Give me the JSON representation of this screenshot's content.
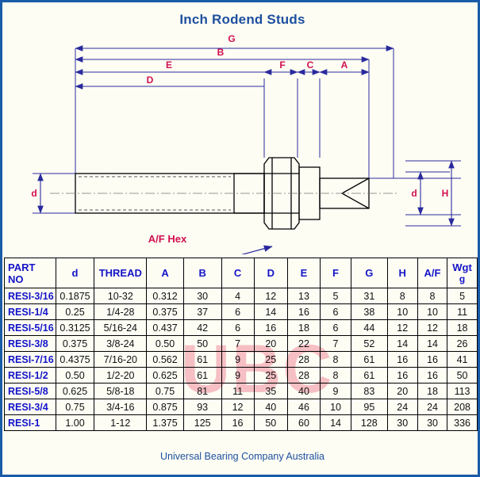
{
  "page": {
    "title": "Inch Rodend Studs",
    "footer": "Universal Bearing Company Australia",
    "watermark": "UBC",
    "border_color": "#1a5ca8",
    "background_color": "#fdfdf4",
    "title_color": "#1d4f9e"
  },
  "diagram": {
    "description": "Technical cross-section drawing of an inch rodend stud with a threaded shank, hex nut and chamfered end",
    "dimension_color": "#d10f4e",
    "line_color": "#2a2a9e",
    "outline_color": "#000000",
    "labels": {
      "G": "G",
      "B": "B",
      "E": "E",
      "D": "D",
      "F": "F",
      "C": "C",
      "A": "A",
      "H": "H",
      "d_left": "d",
      "d_right": "d",
      "af_hex": "A/F Hex"
    }
  },
  "table": {
    "headers": [
      "PART NO",
      "d",
      "THREAD",
      "A",
      "B",
      "C",
      "D",
      "E",
      "F",
      "G",
      "H",
      "A/F",
      "Wgt"
    ],
    "header_part_line1": "PART",
    "header_part_line2": "NO",
    "header_wgt_unit": "g",
    "header_color": "#1414c8",
    "rows": [
      {
        "part": "RESI-3/16",
        "d": "0.1875",
        "thread": "10-32",
        "A": "0.312",
        "B": "30",
        "C": "4",
        "D": "12",
        "E": "13",
        "F": "5",
        "G": "31",
        "H": "8",
        "AF": "8",
        "wgt": "5"
      },
      {
        "part": "RESI-1/4",
        "d": "0.25",
        "thread": "1/4-28",
        "A": "0.375",
        "B": "37",
        "C": "6",
        "D": "14",
        "E": "16",
        "F": "6",
        "G": "38",
        "H": "10",
        "AF": "10",
        "wgt": "11"
      },
      {
        "part": "RESI-5/16",
        "d": "0.3125",
        "thread": "5/16-24",
        "A": "0.437",
        "B": "42",
        "C": "6",
        "D": "16",
        "E": "18",
        "F": "6",
        "G": "44",
        "H": "12",
        "AF": "12",
        "wgt": "18"
      },
      {
        "part": "RESI-3/8",
        "d": "0.375",
        "thread": "3/8-24",
        "A": "0.50",
        "B": "50",
        "C": "7",
        "D": "20",
        "E": "22",
        "F": "7",
        "G": "52",
        "H": "14",
        "AF": "14",
        "wgt": "26"
      },
      {
        "part": "RESI-7/16",
        "d": "0.4375",
        "thread": "7/16-20",
        "A": "0.562",
        "B": "61",
        "C": "9",
        "D": "25",
        "E": "28",
        "F": "8",
        "G": "61",
        "H": "16",
        "AF": "16",
        "wgt": "41"
      },
      {
        "part": "RESI-1/2",
        "d": "0.50",
        "thread": "1/2-20",
        "A": "0.625",
        "B": "61",
        "C": "9",
        "D": "25",
        "E": "28",
        "F": "8",
        "G": "61",
        "H": "16",
        "AF": "16",
        "wgt": "50"
      },
      {
        "part": "RESI-5/8",
        "d": "0.625",
        "thread": "5/8-18",
        "A": "0.75",
        "B": "81",
        "C": "11",
        "D": "35",
        "E": "40",
        "F": "9",
        "G": "83",
        "H": "20",
        "AF": "18",
        "wgt": "113"
      },
      {
        "part": "RESI-3/4",
        "d": "0.75",
        "thread": "3/4-16",
        "A": "0.875",
        "B": "93",
        "C": "12",
        "D": "40",
        "E": "46",
        "F": "10",
        "G": "95",
        "H": "24",
        "AF": "24",
        "wgt": "208"
      },
      {
        "part": "RESI-1",
        "d": "1.00",
        "thread": "1-12",
        "A": "1.375",
        "B": "125",
        "C": "16",
        "D": "50",
        "E": "60",
        "F": "14",
        "G": "128",
        "H": "30",
        "AF": "30",
        "wgt": "336"
      }
    ]
  }
}
